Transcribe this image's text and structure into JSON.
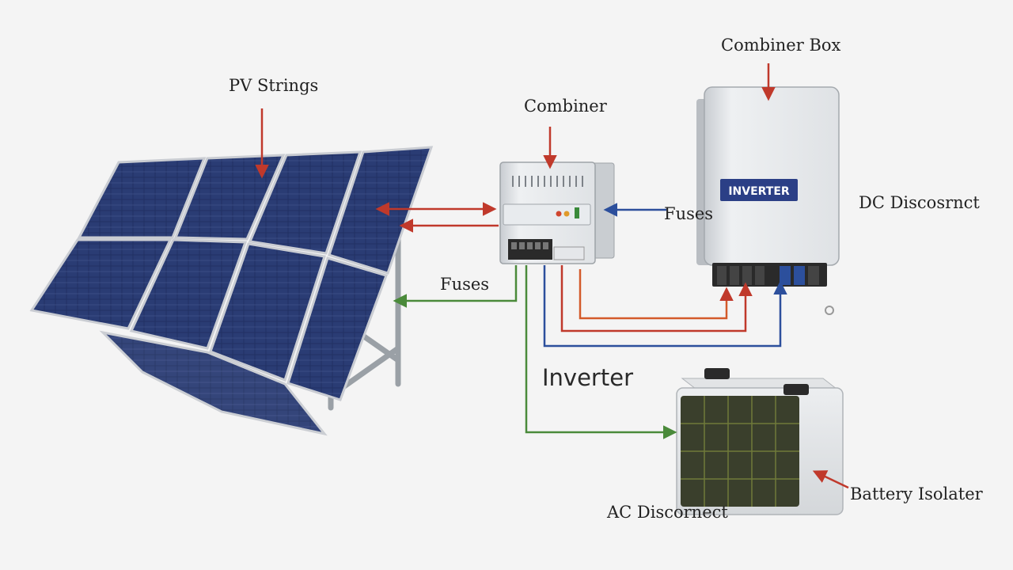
{
  "labels": {
    "pv_strings": "PV Strings",
    "combiner": "Combiner",
    "combiner_box": "Combiner Box",
    "fuses_right": "Fuses",
    "fuses_left": "Fuses",
    "dc_disconnect": "DC Discosrnct",
    "inverter": "Inverter",
    "battery_isolater": "Battery Isolater",
    "ac_disconnect": "AC Discornect"
  },
  "devices": {
    "inverter_plate": "INVERTER"
  },
  "colors": {
    "background": "#f4f4f4",
    "panel_cell": "#1f2e5c",
    "panel_frame": "#c9ccd2",
    "wire_red": "#c0392b",
    "wire_orange": "#d35a2a",
    "wire_blue": "#2c4f9c",
    "wire_green": "#4a8a3a",
    "inverter_plate": "#2b3f86"
  }
}
